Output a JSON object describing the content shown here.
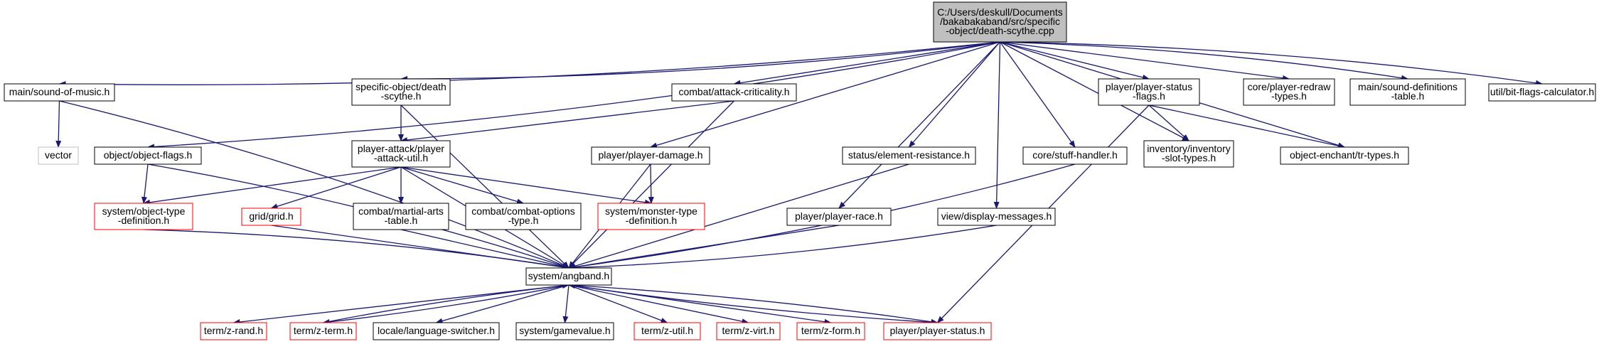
{
  "colors": {
    "edge": "#191970",
    "root_fill": "#bfbfbf",
    "node_border": "#000000",
    "external_border": "#ff0000",
    "missing_border": "#bfbfbf",
    "background": "#ffffff"
  },
  "nodes": [
    {
      "id": "root",
      "kind": "root",
      "lines": [
        "C:/Users/deskull/Documents",
        "/bakabakaband/src/specific",
        "-object/death-scythe.cpp"
      ]
    },
    {
      "id": "sound_of_music",
      "kind": "normal",
      "lines": [
        "main/sound-of-music.h"
      ]
    },
    {
      "id": "vector",
      "kind": "missing",
      "lines": [
        "vector"
      ]
    },
    {
      "id": "object_flags",
      "kind": "normal",
      "lines": [
        "object/object-flags.h"
      ]
    },
    {
      "id": "specific_death_scythe",
      "kind": "normal",
      "lines": [
        "specific-object/death",
        "-scythe.h"
      ]
    },
    {
      "id": "player_attack_util",
      "kind": "normal",
      "lines": [
        "player-attack/player",
        "-attack-util.h"
      ]
    },
    {
      "id": "attack_criticality",
      "kind": "normal",
      "lines": [
        "combat/attack-criticality.h"
      ]
    },
    {
      "id": "player_damage",
      "kind": "normal",
      "lines": [
        "player/player-damage.h"
      ]
    },
    {
      "id": "element_resistance",
      "kind": "normal",
      "lines": [
        "status/element-resistance.h"
      ]
    },
    {
      "id": "stuff_handler",
      "kind": "normal",
      "lines": [
        "core/stuff-handler.h"
      ]
    },
    {
      "id": "player_status_flags",
      "kind": "normal",
      "lines": [
        "player/player-status",
        "-flags.h"
      ]
    },
    {
      "id": "inventory_slot_types",
      "kind": "normal",
      "lines": [
        "inventory/inventory",
        "-slot-types.h"
      ]
    },
    {
      "id": "player_redraw_types",
      "kind": "normal",
      "lines": [
        "core/player-redraw",
        "-types.h"
      ]
    },
    {
      "id": "sound_definitions_table",
      "kind": "normal",
      "lines": [
        "main/sound-definitions",
        "-table.h"
      ]
    },
    {
      "id": "bit_flags_calculator",
      "kind": "normal",
      "lines": [
        "util/bit-flags-calculator.h"
      ]
    },
    {
      "id": "tr_types",
      "kind": "normal",
      "lines": [
        "object-enchant/tr-types.h"
      ]
    },
    {
      "id": "object_type_definition",
      "kind": "external",
      "lines": [
        "system/object-type",
        "-definition.h"
      ]
    },
    {
      "id": "grid",
      "kind": "external",
      "lines": [
        "grid/grid.h"
      ]
    },
    {
      "id": "martial_arts_table",
      "kind": "normal",
      "lines": [
        "combat/martial-arts",
        "-table.h"
      ]
    },
    {
      "id": "combat_options_type",
      "kind": "normal",
      "lines": [
        "combat/combat-options",
        "-type.h"
      ]
    },
    {
      "id": "monster_type_definition",
      "kind": "external",
      "lines": [
        "system/monster-type",
        "-definition.h"
      ]
    },
    {
      "id": "player_race",
      "kind": "normal",
      "lines": [
        "player/player-race.h"
      ]
    },
    {
      "id": "display_messages",
      "kind": "normal",
      "lines": [
        "view/display-messages.h"
      ]
    },
    {
      "id": "angband",
      "kind": "normal",
      "lines": [
        "system/angband.h"
      ]
    },
    {
      "id": "z_rand",
      "kind": "external",
      "lines": [
        "term/z-rand.h"
      ]
    },
    {
      "id": "z_term",
      "kind": "external",
      "lines": [
        "term/z-term.h"
      ]
    },
    {
      "id": "language_switcher",
      "kind": "normal",
      "lines": [
        "locale/language-switcher.h"
      ]
    },
    {
      "id": "gamevalue",
      "kind": "normal",
      "lines": [
        "system/gamevalue.h"
      ]
    },
    {
      "id": "z_util",
      "kind": "external",
      "lines": [
        "term/z-util.h"
      ]
    },
    {
      "id": "z_virt",
      "kind": "external",
      "lines": [
        "term/z-virt.h"
      ]
    },
    {
      "id": "z_form",
      "kind": "external",
      "lines": [
        "term/z-form.h"
      ]
    },
    {
      "id": "player_status",
      "kind": "external",
      "lines": [
        "player/player-status.h"
      ]
    }
  ],
  "edges": [
    [
      "root",
      "sound_of_music"
    ],
    [
      "root",
      "object_flags"
    ],
    [
      "root",
      "specific_death_scythe"
    ],
    [
      "root",
      "attack_criticality"
    ],
    [
      "root",
      "player_damage"
    ],
    [
      "root",
      "player_race"
    ],
    [
      "root",
      "element_resistance"
    ],
    [
      "root",
      "display_messages"
    ],
    [
      "root",
      "stuff_handler"
    ],
    [
      "root",
      "inventory_slot_types"
    ],
    [
      "root",
      "player_status_flags"
    ],
    [
      "root",
      "tr_types"
    ],
    [
      "root",
      "player_redraw_types"
    ],
    [
      "root",
      "sound_definitions_table"
    ],
    [
      "root",
      "bit_flags_calculator"
    ],
    [
      "sound_of_music",
      "vector"
    ],
    [
      "sound_of_music",
      "angband"
    ],
    [
      "object_flags",
      "object_type_definition"
    ],
    [
      "object_flags",
      "angband"
    ],
    [
      "specific_death_scythe",
      "player_attack_util"
    ],
    [
      "specific_death_scythe",
      "angband"
    ],
    [
      "attack_criticality",
      "player_attack_util"
    ],
    [
      "attack_criticality",
      "angband"
    ],
    [
      "player_attack_util",
      "object_type_definition"
    ],
    [
      "player_attack_util",
      "grid"
    ],
    [
      "player_attack_util",
      "martial_arts_table"
    ],
    [
      "player_attack_util",
      "combat_options_type"
    ],
    [
      "player_attack_util",
      "monster_type_definition"
    ],
    [
      "player_attack_util",
      "angband"
    ],
    [
      "player_damage",
      "monster_type_definition"
    ],
    [
      "player_damage",
      "angband"
    ],
    [
      "player_status_flags",
      "inventory_slot_types"
    ],
    [
      "player_status_flags",
      "tr_types"
    ],
    [
      "player_status_flags",
      "player_status"
    ],
    [
      "object_type_definition",
      "angband"
    ],
    [
      "grid",
      "angband"
    ],
    [
      "martial_arts_table",
      "angband"
    ],
    [
      "player_race",
      "angband"
    ],
    [
      "display_messages",
      "angband"
    ],
    [
      "element_resistance",
      "angband"
    ],
    [
      "stuff_handler",
      "angband"
    ],
    [
      "angband",
      "z_rand"
    ],
    [
      "angband",
      "z_term"
    ],
    [
      "z_term",
      "angband"
    ],
    [
      "angband",
      "language_switcher"
    ],
    [
      "angband",
      "gamevalue"
    ],
    [
      "angband",
      "z_util"
    ],
    [
      "angband",
      "z_virt"
    ],
    [
      "angband",
      "z_form"
    ],
    [
      "angband",
      "player_status"
    ],
    [
      "player_status",
      "angband"
    ]
  ]
}
